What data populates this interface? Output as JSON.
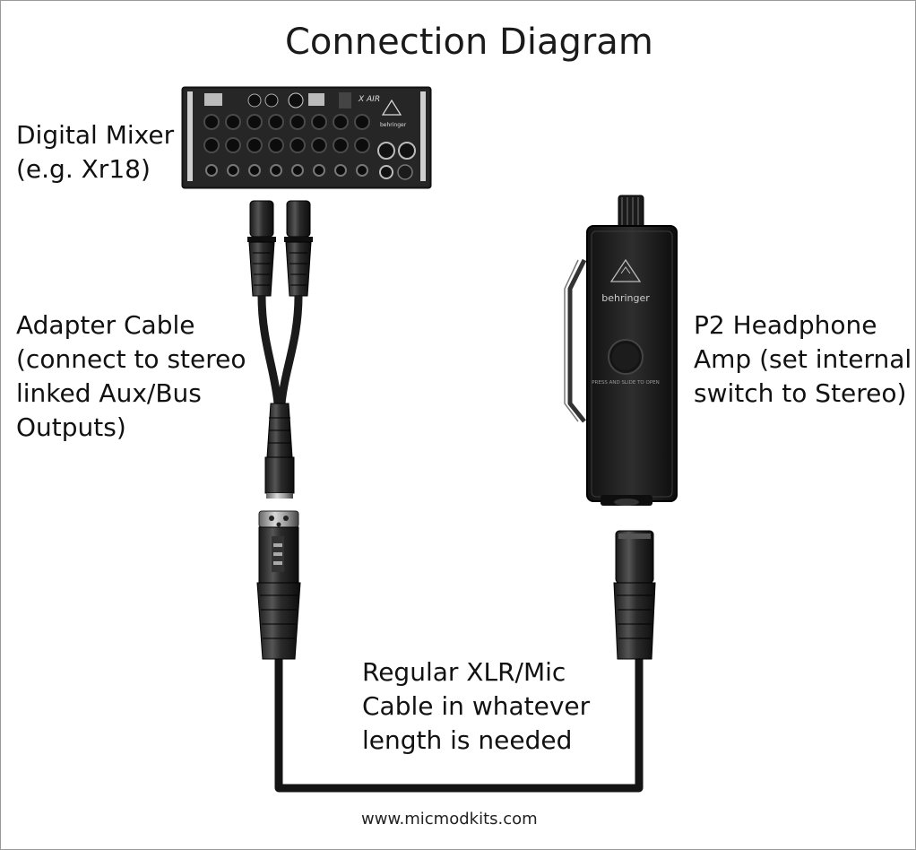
{
  "title": "Connection Diagram",
  "labels": {
    "mixer": [
      "Digital Mixer",
      "(e.g. Xr18)"
    ],
    "adapter": [
      "Adapter Cable",
      "(connect to stereo",
      "linked Aux/Bus",
      "Outputs)"
    ],
    "headphone": [
      "P2 Headphone",
      "Amp (set internal",
      "switch to Stereo)"
    ],
    "cable": [
      "Regular XLR/Mic",
      "Cable in whatever",
      "length is needed"
    ]
  },
  "mixer_device": {
    "brand": "behringer",
    "model": "X AIR"
  },
  "headphone_device": {
    "brand": "behringer",
    "button_label": "PRESS AND SLIDE TO OPEN"
  },
  "website": "www.micmodkits.com"
}
